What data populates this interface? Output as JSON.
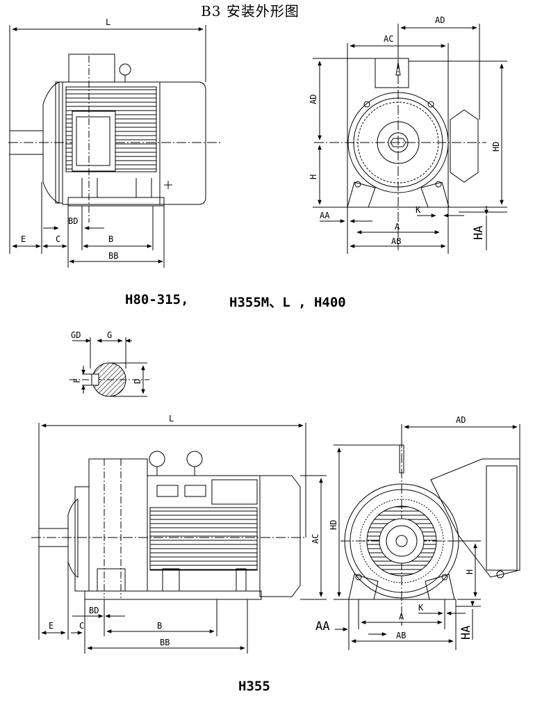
{
  "title": "B3 安装外形图",
  "captions": {
    "top_series": "H80-315,",
    "top_series_2": "H355M、L , H400",
    "bottom_series": "H355"
  },
  "dimension_labels": {
    "L": "L",
    "E": "E",
    "C": "C",
    "BD": "BD",
    "B": "B",
    "BB": "BB",
    "AD": "AD",
    "AC": "AC",
    "H": "H",
    "HD": "HD",
    "AA": "AA",
    "K": "K",
    "A": "A",
    "AB": "AB",
    "HA": "HA",
    "GD": "GD",
    "G": "G",
    "F": "F",
    "D": "D"
  }
}
